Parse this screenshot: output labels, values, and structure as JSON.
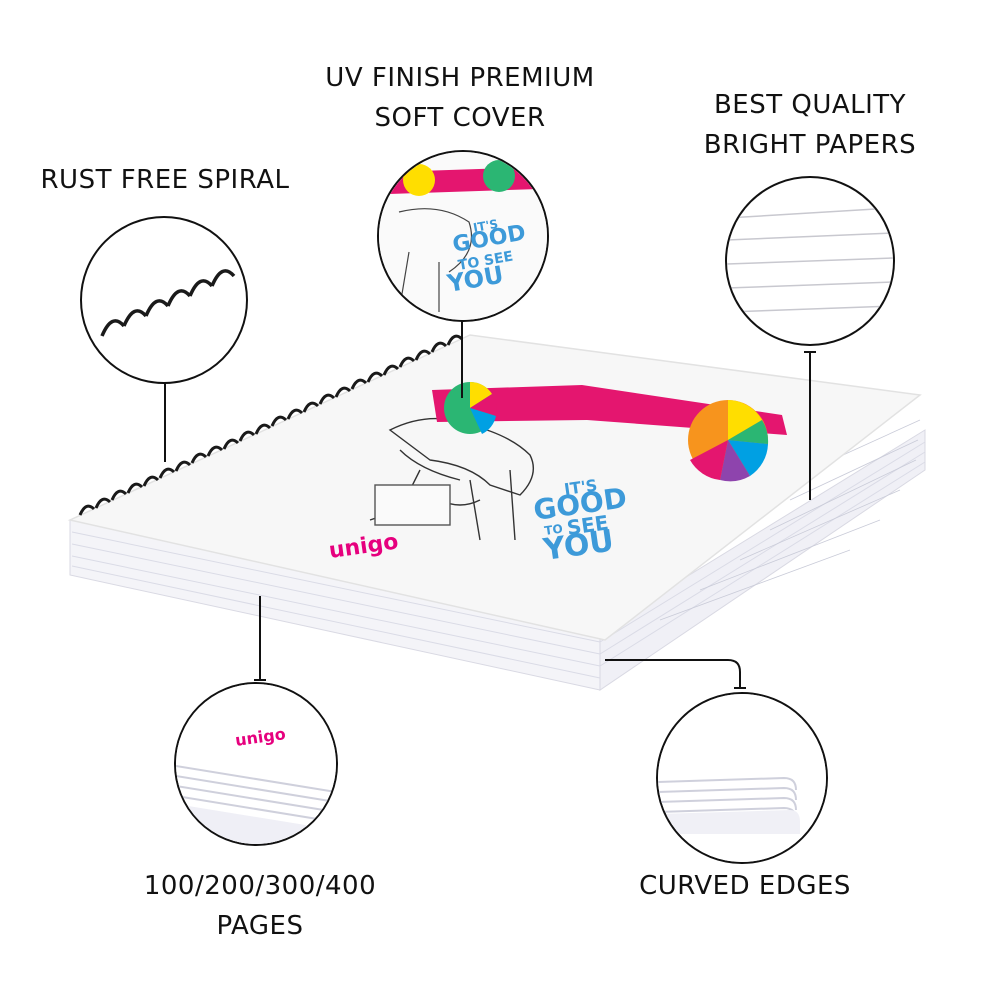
{
  "callouts": {
    "spiral": "RUST FREE SPIRAL",
    "cover_line1": "UV FINISH PREMIUM",
    "cover_line2": "SOFT COVER",
    "paper_line1": "BEST QUALITY",
    "paper_line2": "BRIGHT PAPERS",
    "pages_line1": "100/200/300/400",
    "pages_line2": "PAGES",
    "edges": "CURVED EDGES"
  },
  "cover_art": {
    "brand": "unigo",
    "slogan_small": "IT'S",
    "slogan_big": "GOOD",
    "slogan_to": "TO",
    "slogan_see": "SEE",
    "slogan_you": "YOU"
  },
  "colors": {
    "brand_pink": "#e6007e",
    "slogan_blue": "#3d9ad9",
    "glasses_pink": "#e4166f",
    "outline": "#111111"
  }
}
